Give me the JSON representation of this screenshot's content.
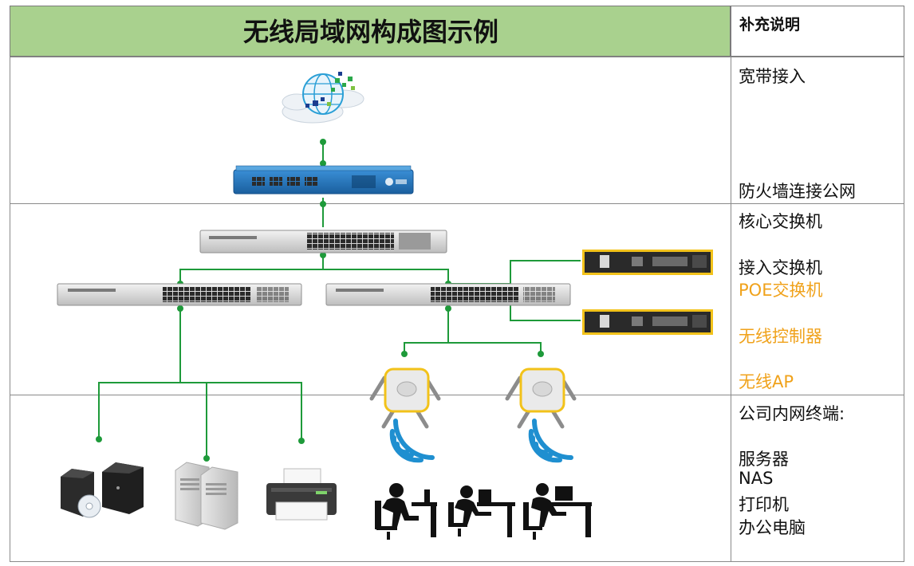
{
  "title": "无线局域网构成图示例",
  "side_header": "补充说明",
  "notes": {
    "broadband": "宽带接入",
    "firewall": "防火墙连接公网",
    "core_switch": "核心交换机",
    "access_switch": "接入交换机",
    "poe_switch": "POE交换机",
    "wireless_controller": "无线控制器",
    "wireless_ap": "无线AP",
    "terminals": "公司内网终端:",
    "servers": "服务器",
    "nas": "NAS",
    "printer": "打印机",
    "pc": "办公电脑"
  },
  "colors": {
    "header_green": "#a9d18e",
    "link_green": "#1e9a3a",
    "accent_orange": "#f0a21b",
    "firewall_blue": "#1e6fb4",
    "controller_yellow": "#f2c21a"
  }
}
